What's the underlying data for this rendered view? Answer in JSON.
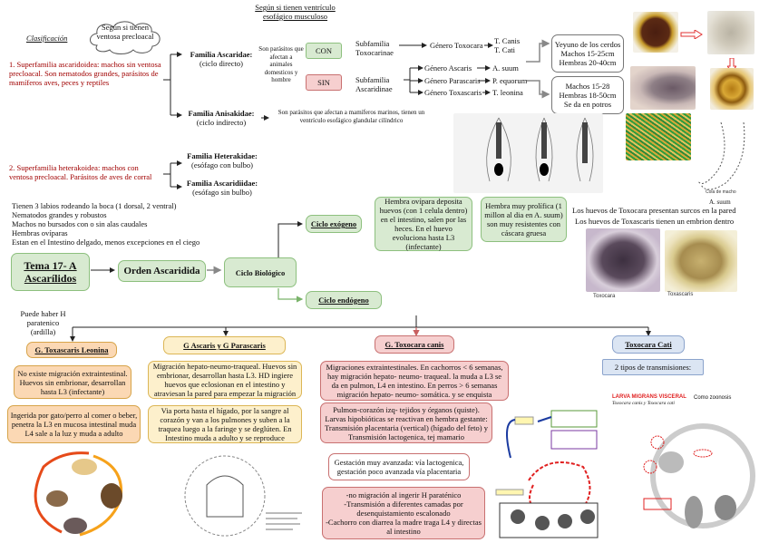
{
  "classification": {
    "title": "Clasificación",
    "cloud": "Según si tienen ventosa precloacal",
    "esofago_heading": "Según si tienen ventrículo esofágico musculoso"
  },
  "superfamily1": {
    "text": "1. Superfamilia ascaridoidea: machos sin ventosa precloacal. Son nematodos grandes, parásitos de mamíferos aves, peces y reptiles",
    "families": [
      {
        "name": "Familia Ascaridae:",
        "detail": "(ciclo directo)"
      },
      {
        "name": "Familia Anisakidae:",
        "detail": "(ciclo indirecto)"
      }
    ],
    "ascaridae_note": "Son parásitos que afectan a animales domesticos y hombre",
    "anisakidae_note": "Son parásitos que afectan a mamíferos marinos, tienen un ventrículo esofágico glandular cilíndrico",
    "con_label": "CON",
    "sin_label": "SIN",
    "subfamilies": [
      {
        "name": "Subfamilia Toxocarinae"
      },
      {
        "name": "Subfamilia Ascaridinae"
      }
    ],
    "genera": [
      {
        "name": "Género Toxocara",
        "species": "T. Canis\nT. Cati"
      },
      {
        "name": "Género Ascaris",
        "species": "A. suum"
      },
      {
        "name": "Género Parascaris",
        "species": "P. equorum"
      },
      {
        "name": "Género Toxascaris",
        "species": "T. leonina"
      }
    ],
    "ascaris_box": "Yeyuno de los cerdos\nMachos 15-25cm\nHembras 20-40cm",
    "parascaris_box": "Machos 15-28\nHembras 18-50cm\nSe da en potros"
  },
  "superfamily2": {
    "text": "2. Superfamilia heterakoidea: machos con ventosa precloacal. Parásitos de aves de corral",
    "families": [
      {
        "name": "Familia Heterakidae:",
        "detail": "(esófago con bulbo)"
      },
      {
        "name": "Familia Ascaridiidae:",
        "detail": "(esófago sin bulbo)"
      }
    ]
  },
  "characteristics": [
    "Tienen 3 labios rodeando la boca (1 dorsal, 2 ventral)",
    "Nematodos grandes y robustos",
    "Machos no bursados con o sin alas caudales",
    "Hembras ovíparas",
    "Estan en el Intestino delgado, menos excepciones en el ciego"
  ],
  "main": {
    "tema": "Tema 17- A Ascarílidos",
    "orden": "Orden Ascaridida",
    "ciclo": "Ciclo Biológico",
    "exogeno": "Ciclo exógeno",
    "endogeno": "Ciclo endógeno",
    "exogeno_box1": "Hembra ovípara deposita huevos (con 1 celula dentro) en el intestino, salen por las heces. En el huevo evoluciona hasta L3 (infectante)",
    "exogeno_box2": "Hembra muy prolífica (1 millon al dia en A. suum) son muy resistentes con cáscara gruesa",
    "eggs_note1": "Los huevos de Toxocara presentan surcos en la pared",
    "eggs_note2": "Los huevos de Toxascaris tienen un embrion dentro",
    "egg_captions": [
      "Toxocara",
      "Toxascaris"
    ],
    "asuum_caption": "A. suum"
  },
  "toxascaris": {
    "paratenic": "Puede haber H paratenico (ardilla)",
    "title": "G. Toxascaris Leonina",
    "box1": "No existe migración extraintestinal. Huevos sin embrionar, desarrollan hasta L3 (infectante)",
    "box2": "Ingerida por gato/perro al comer o beber, penetra la L3 en mucosa intestinal muda L4 sale a la luz y muda a adulto"
  },
  "ascaris": {
    "title": "G Ascaris y G Parascaris",
    "box1": "Migración hepato-neumo-traqueal. Huevos sin embrionar, desarrollan hasta L3. HD ingiere huevos que eclosionan en el intestino y atraviesan la pared para empezar la migración",
    "box2": "Via porta hasta el hígado, por la sangre al corazón y van a los pulmones y suben a la traquea luego a la faringe y se deglúten. En Intestino muda a adulto y se reproduce"
  },
  "toxocara_canis": {
    "title": "G. Toxocara canis",
    "box1": "Migraciones extraintestinales. En cachorros < 6 semanas, hay migración hepato- neumo- traqueal. la muda a L3 se da en pulmon, L4 en intestino. En perros > 6 semanas migración hepato- neumo- somática. y se enquista",
    "box2": "Pulmon-corazón izq- tejidos y órganos (quiste). Larvas hipobióticas se reactivan en hembra gestante: Transmisión placentaria (vertical) (hígado del feto) y Transmisión lactogenica, tej mamario",
    "box3": "Gestación muy avanzada: vía lactogenica, gestación poco avanzada vía placentaria",
    "box4": "-no migración al ingerir H paraténico\n-Transmisión a diferentes camadas por desenquistamiento escalonado\n-Cachorro con diarrea la madre traga L4 y directas al intestino"
  },
  "toxocara_cati": {
    "title": "Toxocara Cati",
    "box1": "2 tipos de transmisiones:",
    "figure_title": "LARVA MIGRANS VISCERAL",
    "figure_subtitle": "Toxocara canis y Toxocara cati",
    "figure_heading": "Como zoonosis"
  },
  "colors": {
    "red_text": "#a00000",
    "green_fill": "#d8ead1",
    "green_border": "#8dc07e",
    "pink_fill": "#f6cfcf",
    "pink_border": "#c87070",
    "peach_fill": "#fbd8b4",
    "cream_fill": "#fdf0cc",
    "gold_border": "#dcb656",
    "blue_fill": "#dbe5f3",
    "blue_border": "#8ba3cc"
  }
}
